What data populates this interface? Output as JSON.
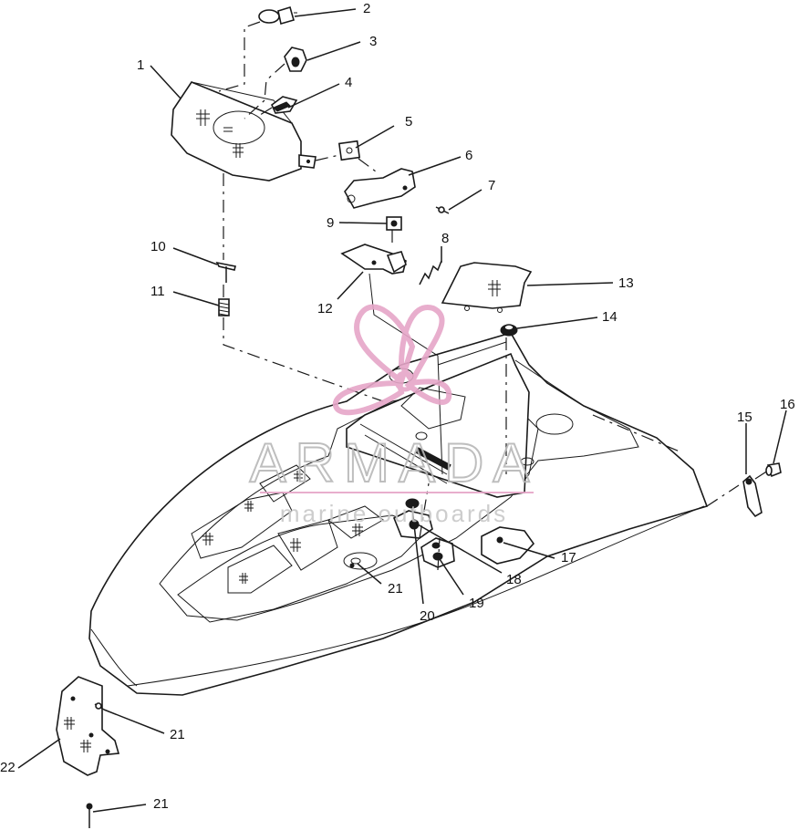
{
  "watermark": {
    "brand": "ARMADA",
    "tagline": "marine outboards",
    "brand_color": "#b8b8b8",
    "logo_color": "#e6a6c8",
    "tagline_color": "#c8c8c8"
  },
  "callouts": [
    {
      "id": "c2",
      "label": "2"
    },
    {
      "id": "c3",
      "label": "3"
    },
    {
      "id": "c1",
      "label": "1"
    },
    {
      "id": "c4",
      "label": "4"
    },
    {
      "id": "c5",
      "label": "5"
    },
    {
      "id": "c6",
      "label": "6"
    },
    {
      "id": "c7",
      "label": "7"
    },
    {
      "id": "c9",
      "label": "9"
    },
    {
      "id": "c8",
      "label": "8"
    },
    {
      "id": "c10",
      "label": "10"
    },
    {
      "id": "c11",
      "label": "11"
    },
    {
      "id": "c12",
      "label": "12"
    },
    {
      "id": "c13",
      "label": "13"
    },
    {
      "id": "c14",
      "label": "14"
    },
    {
      "id": "c15",
      "label": "15"
    },
    {
      "id": "c16",
      "label": "16"
    },
    {
      "id": "c17",
      "label": "17"
    },
    {
      "id": "c18",
      "label": "18"
    },
    {
      "id": "c19",
      "label": "19"
    },
    {
      "id": "c20",
      "label": "20"
    },
    {
      "id": "c21a",
      "label": "21"
    },
    {
      "id": "c21b",
      "label": "21"
    },
    {
      "id": "c21c",
      "label": "21"
    },
    {
      "id": "c22",
      "label": "22"
    }
  ]
}
